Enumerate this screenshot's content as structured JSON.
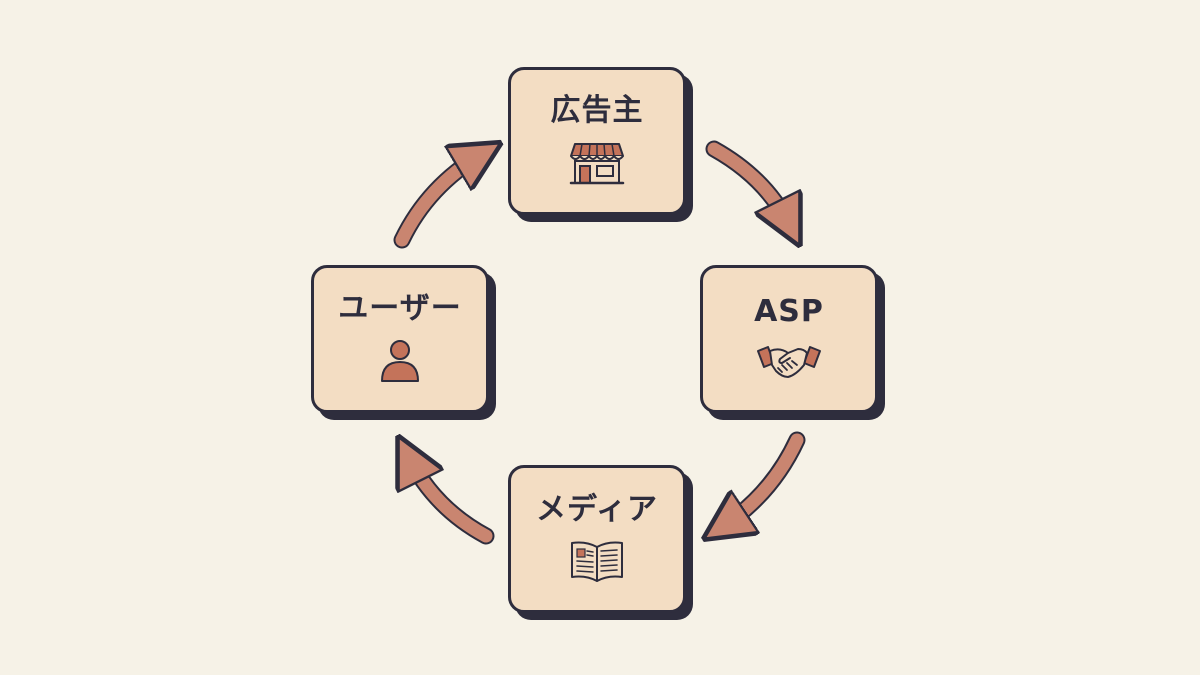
{
  "diagram": {
    "background_color": "#f6f2e7",
    "box_color": "#f3ddc3",
    "outline_color": "#2e2d3d",
    "arrow_color": "#c98570",
    "icon_accent_color": "#c4735a",
    "nodes": [
      {
        "label": "広告主",
        "icon": "storefront-icon"
      },
      {
        "label": "ASP",
        "icon": "handshake-icon"
      },
      {
        "label": "メディア",
        "icon": "open-book-icon"
      },
      {
        "label": "ユーザー",
        "icon": "person-icon"
      }
    ],
    "flow": [
      {
        "from": "広告主",
        "to": "ASP"
      },
      {
        "from": "ASP",
        "to": "メディア"
      },
      {
        "from": "メディア",
        "to": "ユーザー"
      },
      {
        "from": "ユーザー",
        "to": "広告主"
      }
    ]
  }
}
